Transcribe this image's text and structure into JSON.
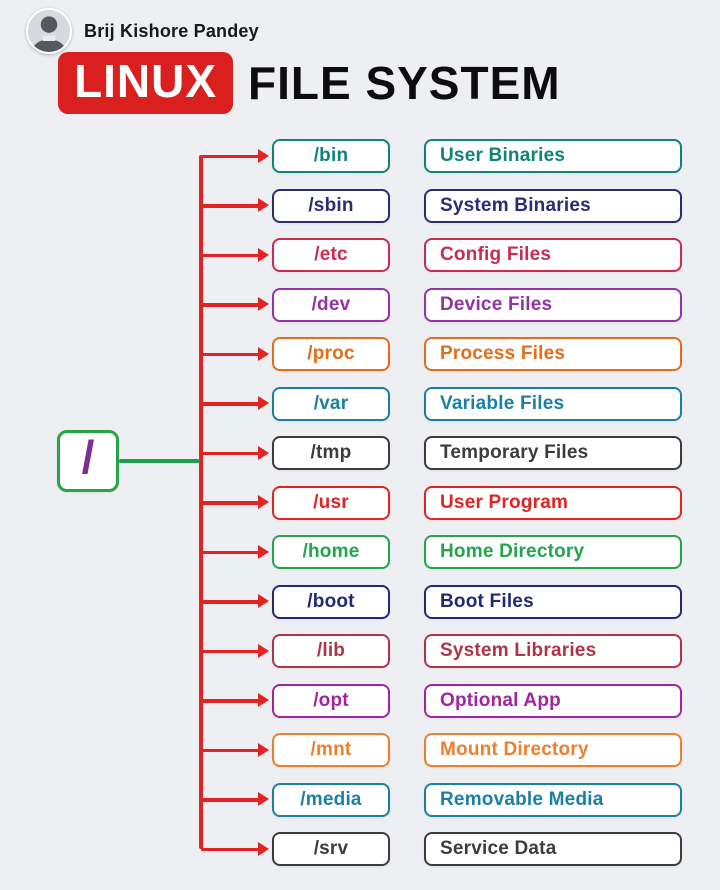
{
  "header": {
    "author": "Brij Kishore Pandey"
  },
  "title": {
    "highlight": "LINUX",
    "rest": "FILE SYSTEM"
  },
  "root": {
    "label": "/"
  },
  "colors": {
    "background": "#edeff2",
    "arrow": "#e32222",
    "connector": "#1d9e4f",
    "root_border": "#27a348",
    "root_text": "#7b2f94",
    "title_highlight_bg": "#d9201f",
    "title_text": "#0d0d10"
  },
  "rows": [
    {
      "label": "/bin",
      "description": "User Binaries",
      "color": "#108277"
    },
    {
      "label": "/sbin",
      "description": "System Binaries",
      "color": "#2b2b76"
    },
    {
      "label": "/etc",
      "description": "Config Files",
      "color": "#cb2b50"
    },
    {
      "label": "/dev",
      "description": "Device Files",
      "color": "#9433a6"
    },
    {
      "label": "/proc",
      "description": "Process Files",
      "color": "#e76c17"
    },
    {
      "label": "/var",
      "description": "Variable Files",
      "color": "#1b7fa3"
    },
    {
      "label": "/tmp",
      "description": "Temporary Files",
      "color": "#3c3c3c"
    },
    {
      "label": "/usr",
      "description": "User Program",
      "color": "#e32222"
    },
    {
      "label": "/home",
      "description": "Home Directory",
      "color": "#23a44d"
    },
    {
      "label": "/boot",
      "description": "Boot Files",
      "color": "#232a74"
    },
    {
      "label": "/lib",
      "description": "System Libraries",
      "color": "#b03449"
    },
    {
      "label": "/opt",
      "description": "Optional App",
      "color": "#a224a0"
    },
    {
      "label": "/mnt",
      "description": "Mount Directory",
      "color": "#f07f2d"
    },
    {
      "label": "/media",
      "description": "Removable Media",
      "color": "#1b7fa3"
    },
    {
      "label": "/srv",
      "description": "Service Data",
      "color": "#3c3c3c"
    }
  ]
}
